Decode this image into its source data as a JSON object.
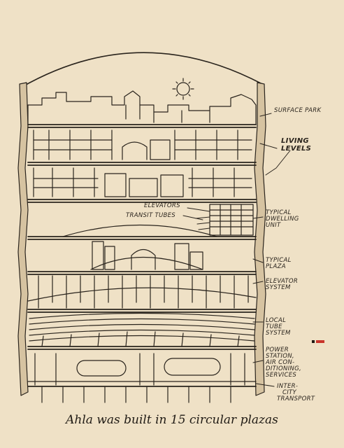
{
  "diagram": {
    "labels": {
      "surface_park": "SURFACE PARK",
      "living_levels_1": "LIVING",
      "living_levels_2": "LEVELS",
      "elevators": "ELEVATORS",
      "transit_tubes": "TRANSIT TUBES",
      "dwelling_1": "TYPICAL",
      "dwelling_2": "DWELLING",
      "dwelling_3": "UNIT",
      "plaza_1": "TYPICAL",
      "plaza_2": "PLAZA",
      "elevator_system_1": "ELEVATOR",
      "elevator_system_2": "SYSTEM",
      "local_tube_1": "LOCAL",
      "local_tube_2": "TUBE",
      "local_tube_3": "SYSTEM",
      "power_1": "POWER",
      "power_2": "STATION,",
      "power_3": "AIR CON-",
      "power_4": "DITIONING,",
      "power_5": "SERVICES",
      "intercity_1": "INTER-",
      "intercity_2": "CITY",
      "intercity_3": "TRANSPORT"
    },
    "ink_color": "#2a241d",
    "paper_color": "#efe1c6",
    "accent_mark_color": "#c8342a"
  },
  "caption": "Ahla was built in 15 circular plazas"
}
